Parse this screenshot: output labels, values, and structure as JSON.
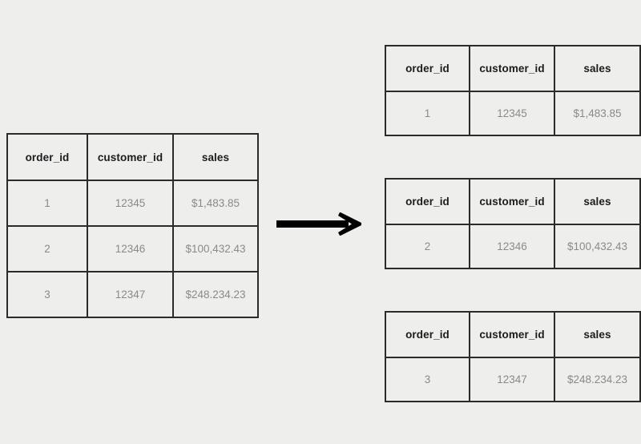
{
  "diagram": {
    "title": "table split into single-row tables",
    "background_color": "#eeeeec",
    "border_color": "#2b2b2b",
    "header_text_color": "#1c1c1c",
    "value_text_color": "#8a8a8a",
    "arrow_color": "#000000",
    "arrow_icon": "arrow-right-icon",
    "arrow_direction": "right"
  },
  "columns": [
    "order_id",
    "customer_id",
    "sales"
  ],
  "source_table": {
    "name": "source-table",
    "headers": [
      "order_id",
      "customer_id",
      "sales"
    ],
    "rows": [
      [
        "1",
        "12345",
        "$1,483.85"
      ],
      [
        "2",
        "12346",
        "$100,432.43"
      ],
      [
        "3",
        "12347",
        "$248.234.23"
      ]
    ]
  },
  "split_tables": [
    {
      "name": "split-table-1",
      "headers": [
        "order_id",
        "customer_id",
        "sales"
      ],
      "rows": [
        [
          "1",
          "12345",
          "$1,483.85"
        ]
      ]
    },
    {
      "name": "split-table-2",
      "headers": [
        "order_id",
        "customer_id",
        "sales"
      ],
      "rows": [
        [
          "2",
          "12346",
          "$100,432.43"
        ]
      ]
    },
    {
      "name": "split-table-3",
      "headers": [
        "order_id",
        "customer_id",
        "sales"
      ],
      "rows": [
        [
          "3",
          "12347",
          "$248.234.23"
        ]
      ]
    }
  ]
}
